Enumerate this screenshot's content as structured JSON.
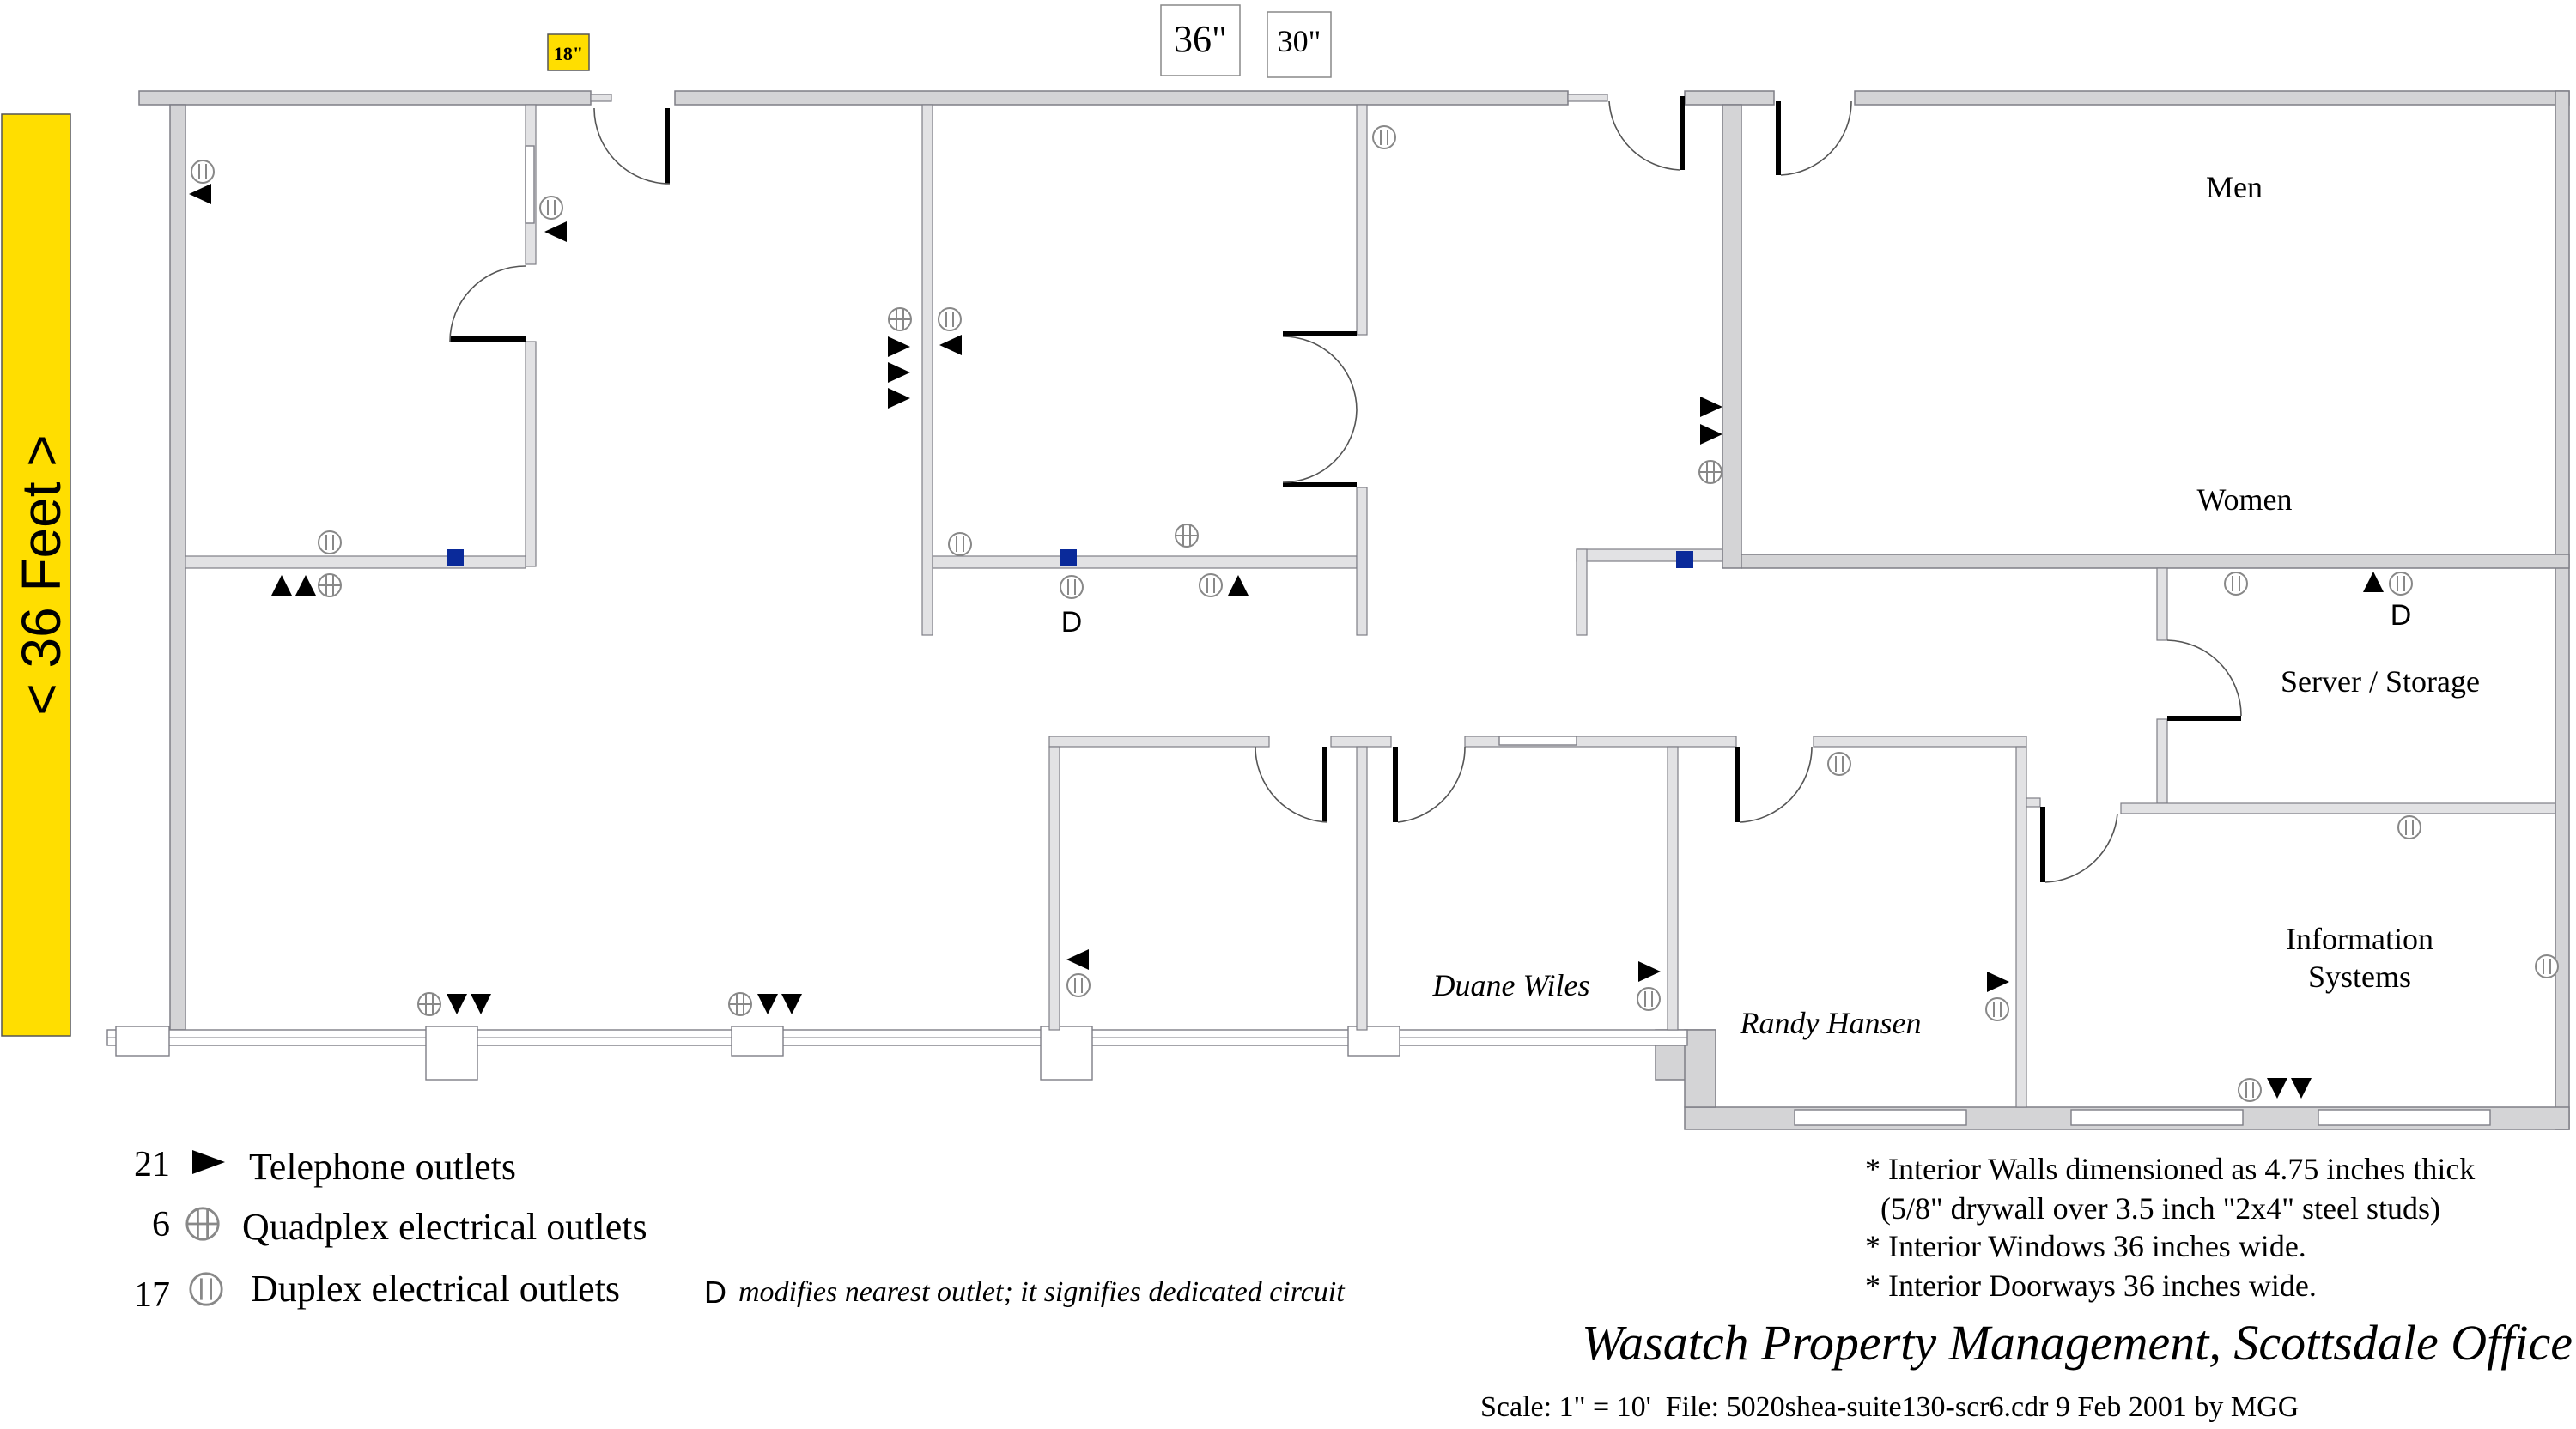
{
  "plan": {
    "title": "Wasatch Property Management, Scottsdale Office",
    "scale_line": "Scale: 1\" = 10'  File: 5020shea-suite130-scr6.cdr 9 Feb 2001 by MGG",
    "side_dimension": "< 36 Feet >",
    "door_widths": {
      "d18": "18\"",
      "d36": "36\"",
      "d30": "30\""
    },
    "rooms": {
      "men": "Men",
      "women": "Women",
      "server": "Server / Storage",
      "info_line1": "Information",
      "info_line2": "Systems",
      "duane": "Duane Wiles",
      "randy": "Randy Hansen"
    },
    "dedicated_marker": "D"
  },
  "legend": {
    "telephone": {
      "count": "21",
      "label": "Telephone outlets",
      "icon": "triangle-right-icon"
    },
    "quadplex": {
      "count": "6",
      "label": "Quadplex electrical outlets",
      "icon": "quadplex-outlet-icon"
    },
    "duplex": {
      "count": "17",
      "label": "Duplex electrical outlets",
      "icon": "duplex-outlet-icon"
    },
    "dedicated_letter": "D",
    "dedicated_note": "modifies nearest outlet; it signifies dedicated circuit"
  },
  "notes": [
    "* Interior Walls dimensioned as 4.75 inches thick",
    "(5/8\" drywall over 3.5 inch \"2x4\" steel studs)",
    "* Interior Windows 36 inches wide.",
    "* Interior Doorways 36 inches wide."
  ],
  "colors": {
    "highlight": "#ffde00",
    "wall_fill": "#d4d4d6",
    "junction_box": "#0a2a9a"
  }
}
